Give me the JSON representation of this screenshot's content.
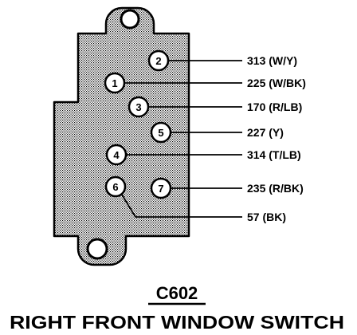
{
  "connector_id": "C602",
  "component_name": "RIGHT FRONT WINDOW SWITCH",
  "pins": [
    {
      "pin": "2",
      "circuit": "313 (W/Y)"
    },
    {
      "pin": "1",
      "circuit": "225 (W/BK)"
    },
    {
      "pin": "3",
      "circuit": "170 (R/LB)"
    },
    {
      "pin": "5",
      "circuit": "227 (Y)"
    },
    {
      "pin": "4",
      "circuit": "314 (T/LB)"
    },
    {
      "pin": "7",
      "circuit": "235 (R/BK)"
    },
    {
      "pin": "6",
      "circuit": "57 (BK)"
    }
  ],
  "colors": {
    "line": "#000000",
    "body_fill": "#c8c8c8",
    "background": "#ffffff"
  }
}
